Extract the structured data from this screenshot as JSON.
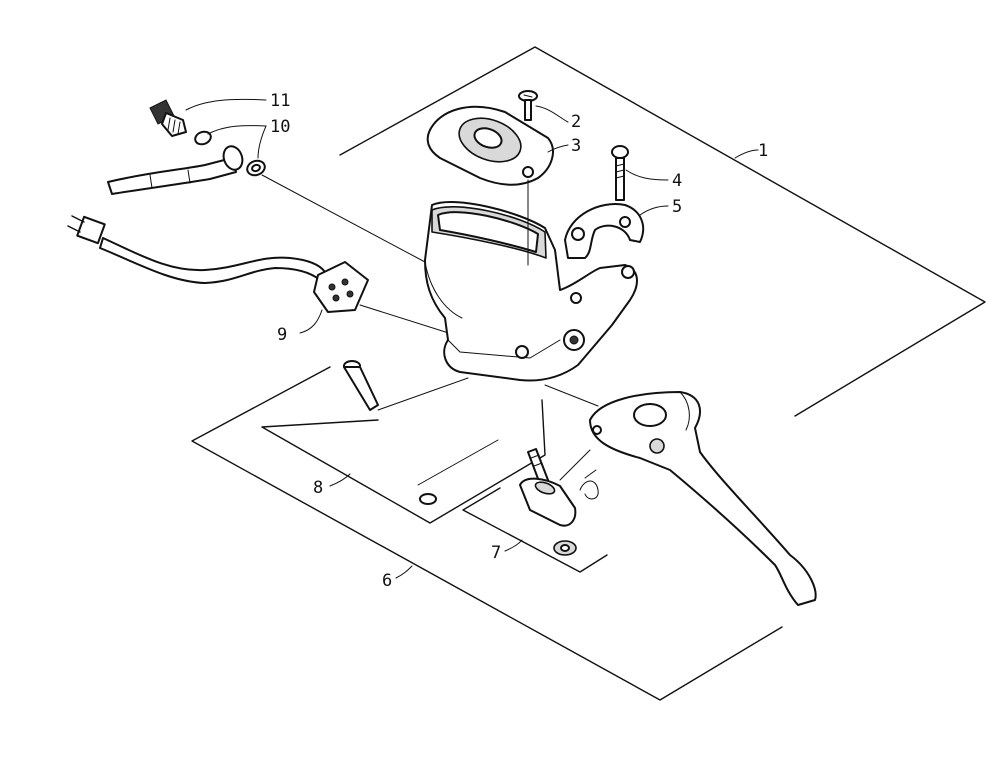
{
  "callouts": {
    "c1": "1",
    "c2": "2",
    "c3": "3",
    "c4": "4",
    "c5": "5",
    "c6": "6",
    "c7": "7",
    "c8": "8",
    "c9": "9",
    "c10": "10",
    "c11": "11"
  },
  "colors": {
    "ink": "#111111",
    "paper": "#ffffff",
    "shade": "#d9d9d9"
  }
}
